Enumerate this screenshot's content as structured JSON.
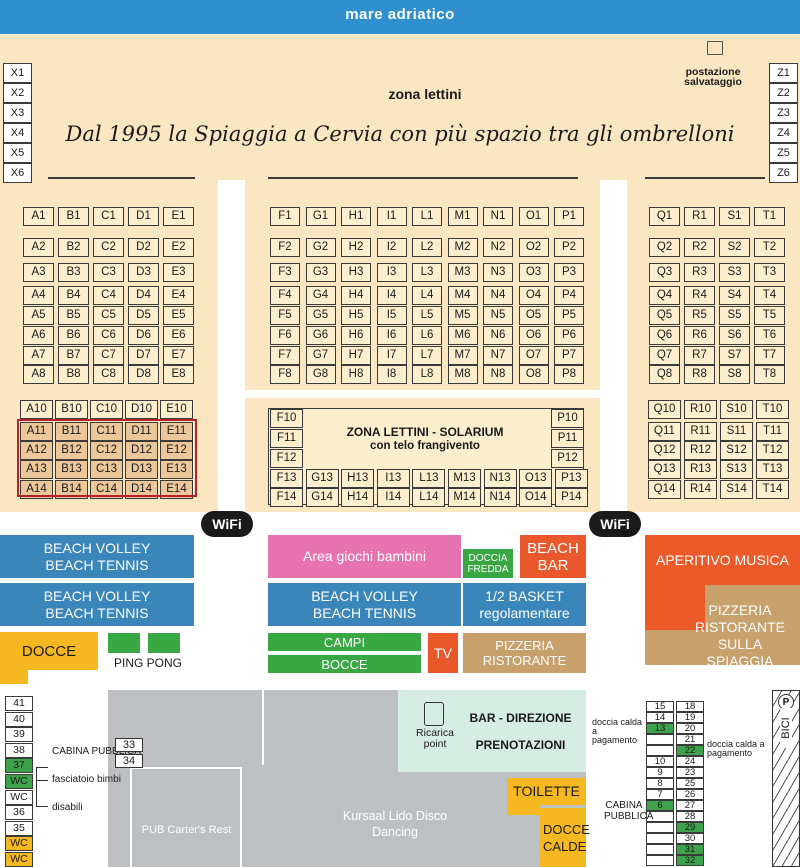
{
  "sea": {
    "title": "mare adriatico"
  },
  "zones": {
    "lettini": "zona lettini",
    "slogan": "Dal 1995 la Spiaggia a Cervia con più spazio tra gli ombrelloni",
    "solarium_title": "ZONA LETTINI - SOLARIUM",
    "solarium_sub": "con telo frangivento",
    "lifeguard": "postazione salvataggio"
  },
  "x_cabins": [
    "X1",
    "X2",
    "X3",
    "X4",
    "X5",
    "X6"
  ],
  "z_cabins": [
    "Z1",
    "Z2",
    "Z3",
    "Z4",
    "Z5",
    "Z6"
  ],
  "umbrellas": {
    "left_cols": [
      "A",
      "B",
      "C",
      "D",
      "E"
    ],
    "center_cols": [
      "F",
      "G",
      "H",
      "I",
      "L",
      "M",
      "N",
      "O",
      "P"
    ],
    "right_cols": [
      "Q",
      "R",
      "S",
      "T"
    ],
    "center_bottom_row": [
      "F14",
      "G14",
      "H14",
      "I14",
      "L14",
      "M14",
      "N14",
      "O14",
      "P14"
    ],
    "center_row13": [
      "F13",
      "G13",
      "H13",
      "I13",
      "L13",
      "M13",
      "N13",
      "O13",
      "P13"
    ]
  },
  "wifi": "WiFi",
  "facilities": {
    "beach_volley_1": "BEACH VOLLEY BEACH TENNIS",
    "beach_volley_2": "BEACH VOLLEY BEACH TENNIS",
    "area_giochi": "Area giochi bambini",
    "doccia_fredda": "DOCCIA FREDDA",
    "beach_bar": "BEACH BAR",
    "aperitivo": "APERITIVO MUSICA",
    "beach_volley_3": "BEACH VOLLEY BEACH TENNIS",
    "basket": "1/2 BASKET regolamentare",
    "pizzeria_sulla": "PIZZERIA RISTORANTE SULLA SPIAGGIA",
    "docce": "DOCCE",
    "ping_pong": "PING PONG",
    "campi": "CAMPI",
    "bocce": "BOCCE",
    "tv": "TV",
    "pizzeria": "PIZZERIA RISTORANTE",
    "bar_direzione": "BAR - DIREZIONE",
    "prenotazioni": "PRENOTAZIONI",
    "ricarica": "Ricarica point",
    "toilette": "TOILETTE",
    "docce_calde": "DOCCE CALDE",
    "kursaal": "Kursaal Lido Disco Dancing",
    "pub": "PUB Carter's Rest",
    "bici": "BICI",
    "parking": "P"
  },
  "left_cabins": [
    "41",
    "40",
    "39",
    "38",
    "37",
    "WC",
    "WC",
    "36",
    "35",
    "WC",
    "WC"
  ],
  "left_labels": {
    "cabina": "CABINA PUBBLICA",
    "fasciatoio": "fasciatoio bimbi",
    "disabili": "disabili"
  },
  "mid_cabins": [
    "33",
    "34"
  ],
  "right_cabins_col1": [
    "15",
    "14",
    "13",
    "",
    "",
    "10",
    "9",
    "8",
    "7",
    "6",
    "",
    ""
  ],
  "right_cabins_col2": [
    "18",
    "19",
    "20",
    "21",
    "22",
    "24",
    "23",
    "25",
    "26",
    "27",
    "28",
    "29",
    "30",
    "31",
    "32"
  ],
  "right_labels": {
    "doccia_calda_1": "doccia calda a pagamento",
    "doccia_calda_2": "doccia calda a pagamento",
    "cabina": "CABINA PUBBLICA"
  }
}
